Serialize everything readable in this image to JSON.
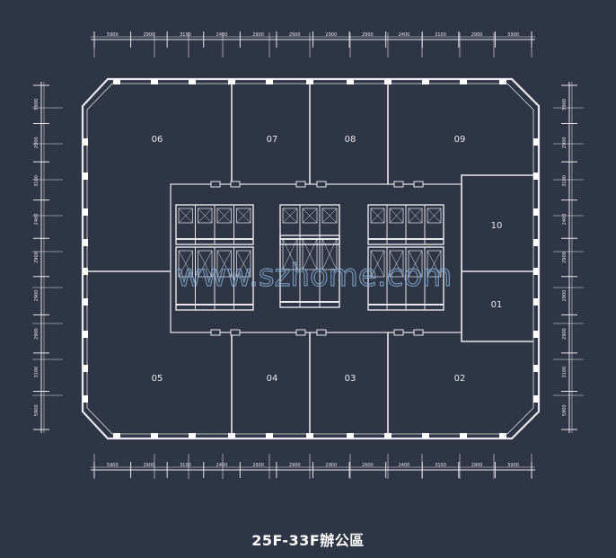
{
  "plan": {
    "caption": "25F-33F辦公區",
    "watermark": "www.szhome.com",
    "units": [
      {
        "id": "01",
        "label": "01"
      },
      {
        "id": "02",
        "label": "02"
      },
      {
        "id": "03",
        "label": "03"
      },
      {
        "id": "04",
        "label": "04"
      },
      {
        "id": "05",
        "label": "05"
      },
      {
        "id": "06",
        "label": "06"
      },
      {
        "id": "07",
        "label": "07"
      },
      {
        "id": "08",
        "label": "08"
      },
      {
        "id": "09",
        "label": "09"
      },
      {
        "id": "10",
        "label": "10"
      }
    ],
    "top_dimensions": [
      "5900",
      "2900",
      "3100",
      "2400",
      "2900",
      "2900",
      "2900",
      "2900",
      "2400",
      "3100",
      "2900",
      "5900"
    ],
    "bottom_dimensions": [
      "5900",
      "2900",
      "3100",
      "2400",
      "2900",
      "2900",
      "2900",
      "2900",
      "2400",
      "3100",
      "2900",
      "5900"
    ],
    "left_dimensions": [
      "5900",
      "2900",
      "3100",
      "2400",
      "2900",
      "2900",
      "2900",
      "3100",
      "5900"
    ],
    "right_dimensions": [
      "5900",
      "2900",
      "3100",
      "2400",
      "2900",
      "2900",
      "2900",
      "3100",
      "5900"
    ]
  },
  "colors": {
    "background": "#2e3544",
    "lines": "#e8e8ee",
    "core_fill": "#ffffff",
    "watermark": "#8fb4dd"
  }
}
